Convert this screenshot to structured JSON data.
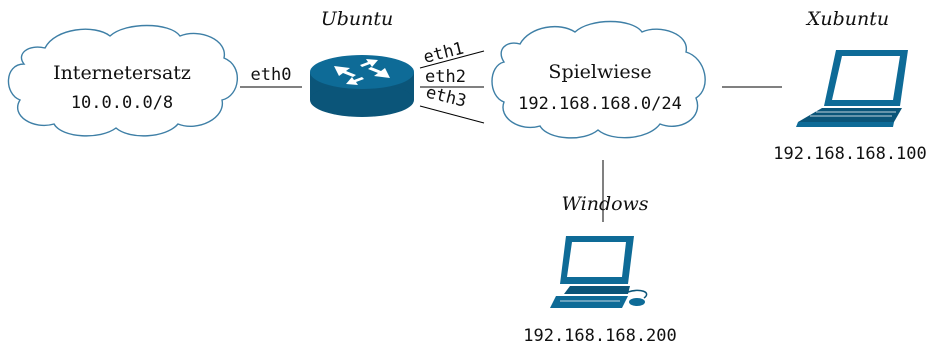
{
  "colors": {
    "device": "#0e6b97",
    "device_dark": "#0b5579",
    "cloud_stroke": "#3e7fa6",
    "line": "#000000",
    "text": "#111111"
  },
  "nodes": {
    "internet": {
      "title": "Internetersatz",
      "subnet": "10.0.0.0/8",
      "icon": "cloud-icon"
    },
    "router": {
      "name": "Ubuntu",
      "icon": "router-icon"
    },
    "playground": {
      "title": "Spielwiese",
      "subnet": "192.168.168.0/24",
      "icon": "cloud-icon"
    },
    "xubuntu": {
      "name": "Xubuntu",
      "ip": "192.168.168.100",
      "icon": "laptop-icon"
    },
    "windows": {
      "name": "Windows",
      "ip": "192.168.168.200",
      "icon": "desktop-computer-icon"
    }
  },
  "interfaces": {
    "eth0": "eth0",
    "eth1": "eth1",
    "eth2": "eth2",
    "eth3": "eth3"
  }
}
